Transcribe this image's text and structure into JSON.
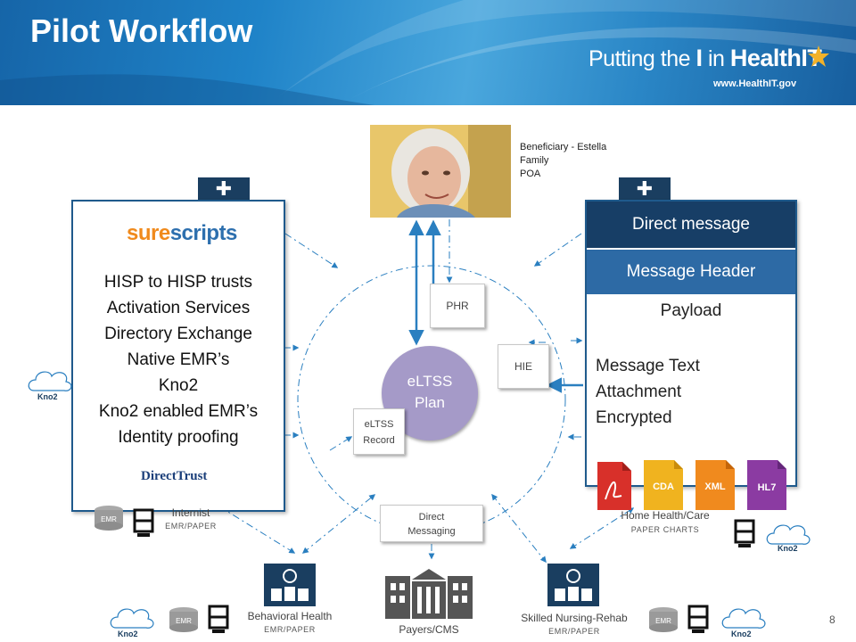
{
  "header": {
    "title": "Pilot Workflow",
    "brand_pre": "Putting the ",
    "brand_i": "I",
    "brand_in": " in ",
    "brand_health": "HealthIT",
    "brand_url": "www.HealthIT.gov"
  },
  "beneficiary": {
    "lines": [
      "Beneficiary - Estella",
      "Family",
      "POA"
    ]
  },
  "left_panel": {
    "logo_text_a": "sure",
    "logo_text_b": "scripts",
    "lines": [
      "HISP to HISP trusts",
      "Activation Services",
      "Directory Exchange",
      "Native EMR’s",
      "Kno2",
      "Kno2 enabled EMR’s",
      "Identity proofing"
    ],
    "footer_logo": "DirectTrust"
  },
  "right_panel": {
    "direct_message": "Direct message",
    "message_header": "Message Header",
    "payload": "Payload",
    "lines": [
      "Message Text",
      "Attachment",
      "Encrypted"
    ],
    "file_types": [
      "CDA",
      "XML",
      "HL7"
    ]
  },
  "center": {
    "eltss_plan_line1": "eLTSS",
    "eltss_plan_line2": "Plan",
    "phr": "PHR",
    "hie": "HIE",
    "record_line1": "eLTSS",
    "record_line2": "Record",
    "direct_messaging_line1": "Direct",
    "direct_messaging_line2": "Messaging"
  },
  "nodes": {
    "internist": {
      "label": "Internist",
      "sub": "EMR/PAPER"
    },
    "home_health": {
      "label": "Home Health/Care",
      "sub": "PAPER CHARTS"
    },
    "behavioral": {
      "label": "Behavioral Health",
      "sub": "EMR/PAPER"
    },
    "payers": {
      "label": "Payers/CMS"
    },
    "snf": {
      "label": "Skilled Nursing-Rehab",
      "sub": "EMR/PAPER"
    }
  },
  "badges": {
    "kno2": "Kno2",
    "emr": "EMR"
  },
  "page_number": "8",
  "colors": {
    "banner": "#1f83c8",
    "navy": "#173e66",
    "header_blue": "#2d6aa5",
    "eltss_purple": "#a59ac8",
    "arrow_blue": "#2a7fc0"
  }
}
